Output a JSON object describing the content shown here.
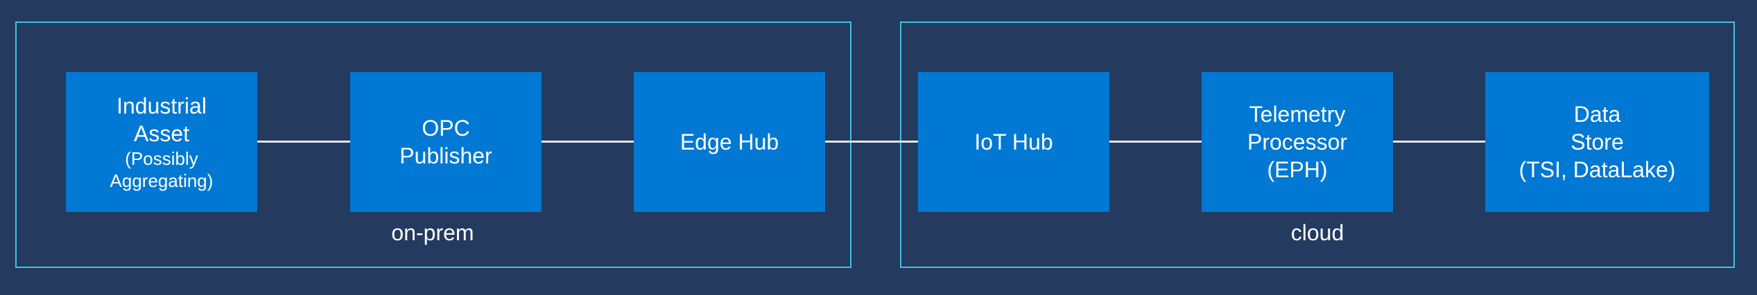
{
  "regions": {
    "onprem": {
      "label": "on-prem"
    },
    "cloud": {
      "label": "cloud"
    }
  },
  "nodes": [
    {
      "id": "industrial-asset",
      "lines": [
        "Industrial",
        "Asset"
      ],
      "sub_lines": [
        "(Possibly",
        "Aggregating)"
      ]
    },
    {
      "id": "opc-publisher",
      "lines": [
        "OPC",
        "Publisher"
      ],
      "sub_lines": []
    },
    {
      "id": "edge-hub",
      "lines": [
        "Edge Hub"
      ],
      "sub_lines": []
    },
    {
      "id": "iot-hub",
      "lines": [
        "IoT Hub"
      ],
      "sub_lines": []
    },
    {
      "id": "telemetry-processor",
      "lines": [
        "Telemetry",
        "Processor",
        "(EPH)"
      ],
      "sub_lines": []
    },
    {
      "id": "data-store",
      "lines": [
        "Data",
        "Store",
        "(TSI, DataLake)"
      ],
      "sub_lines": []
    }
  ],
  "colors": {
    "background": "#243a5e",
    "region_border": "#3fc3e3",
    "node_fill": "#0078d4",
    "connector": "#e8e8e8",
    "text": "#ffffff"
  }
}
